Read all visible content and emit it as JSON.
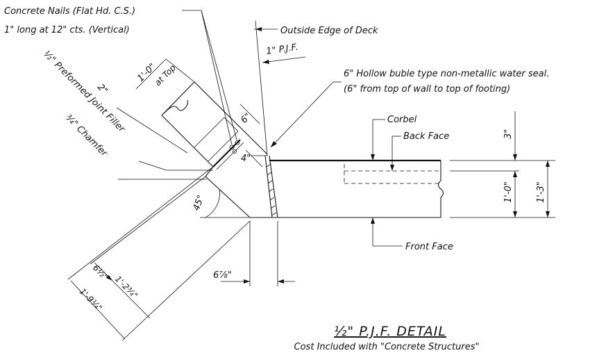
{
  "notes": {
    "nails_line1": "Concrete Nails (Flat Hd. C.S.)",
    "nails_line2": "1\" long at 12\" cts. (Vertical)",
    "outside_edge": "Outside Edge of Deck",
    "pjf": "1\" P.J.F.",
    "seal_line1": "6\" Hollow buble type non-metallic water seal.",
    "seal_line2": "(6\" from top of wall to top of footing)",
    "preformed_filler": "½\" Preformed Joint Filler",
    "chamfer": "¾\" Chamfer",
    "corbel": "Corbel",
    "back_face": "Back Face",
    "front_face": "Front Face"
  },
  "dimensions": {
    "top_width": "1'-0\"",
    "at_top": "at Top",
    "d2": "2\"",
    "d6": "6\"",
    "d4": "4\"",
    "d3": "3\"",
    "d1_0": "1'-0\"",
    "d1_3": "1'-3\"",
    "angle": "45°",
    "d6_half": "6½\"",
    "d1_2_3_4": "1'-2¾\"",
    "d1_9_1_4": "1'-9¼\"",
    "d6_7_8": "6⅞\""
  },
  "title": {
    "main": "½\" P.J.F. DETAIL",
    "subtitle": "Cost Included with \"Concrete Structures\""
  }
}
